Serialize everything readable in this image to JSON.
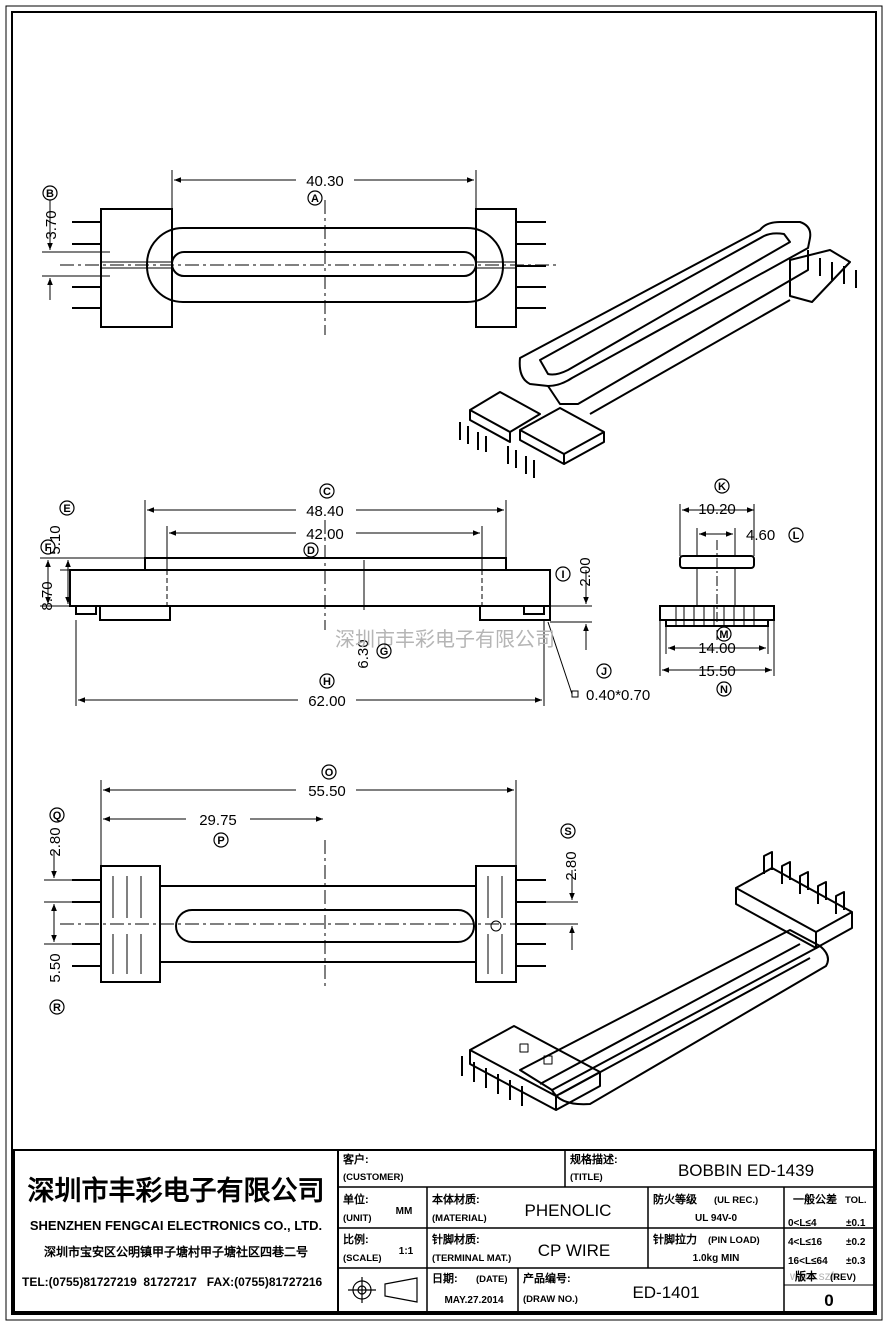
{
  "dimensions": {
    "A": "40.30",
    "B": "3.70",
    "C": "48.40",
    "D": "42.00",
    "E": "5.10",
    "F": "8.70",
    "G": "6.30",
    "H": "62.00",
    "I": "2.00",
    "J": "0.40*0.70",
    "K": "10.20",
    "L": "4.60",
    "M": "14.00",
    "N": "15.50",
    "O": "55.50",
    "P": "29.75",
    "Q": "2.80",
    "R": "5.50",
    "S": "2.80"
  },
  "labels": [
    "A",
    "B",
    "C",
    "D",
    "E",
    "F",
    "G",
    "H",
    "I",
    "J",
    "K",
    "L",
    "M",
    "N",
    "O",
    "P",
    "Q",
    "R",
    "S"
  ],
  "watermark": "深圳市丰彩电子有限公司",
  "title_block": {
    "company_cn": "深圳市丰彩电子有限公司",
    "company_en": "SHENZHEN FENGCAI ELECTRONICS CO., LTD.",
    "address": "深圳市宝安区公明镇甲子塘村甲子塘社区四巷二号",
    "contact": "TEL:(0755)81727219  81727217   FAX:(0755)81727216",
    "customer_cn": "客户:",
    "customer_en": "(CUSTOMER)",
    "title_cn": "规格描述:",
    "title_en": "(TITLE)",
    "title_value": "BOBBIN ED-1439",
    "unit_cn": "单位:",
    "unit_en": "(UNIT)",
    "unit_value": "MM",
    "material_cn": "本体材质:",
    "material_en": "(MATERIAL)",
    "material_value": "PHENOLIC",
    "flame_cn": "防火等级",
    "flame_en": "(UL REC.)",
    "flame_value": "UL 94V-0",
    "tol_cn": "一般公差",
    "tol_en": "TOL.",
    "tol_rows": [
      {
        "range": "0<L≤4",
        "value": "±0.1"
      },
      {
        "range": "4<L≤16",
        "value": "±0.2"
      },
      {
        "range": "16<L≤64",
        "value": "±0.3"
      }
    ],
    "scale_cn": "比例:",
    "scale_en": "(SCALE)",
    "scale_value": "1:1",
    "terminal_cn": "针脚材质:",
    "terminal_en": "(TERMINAL MAT.)",
    "terminal_value": "CP WIRE",
    "pinload_cn": "针脚拉力",
    "pinload_en": "(PIN LOAD)",
    "pinload_value": "1.0kg MIN",
    "date_cn": "日期:",
    "date_en": "(DATE)",
    "date_value": "MAY.27.2014",
    "drawno_cn": "产品编号:",
    "drawno_en": "(DRAW NO.)",
    "drawno_value": "ED-1401",
    "rev_cn": "版本",
    "rev_en": "(REV)",
    "rev_value": "0",
    "website": "www.szfc...",
    "projection_icon": "third-angle-projection-icon"
  }
}
